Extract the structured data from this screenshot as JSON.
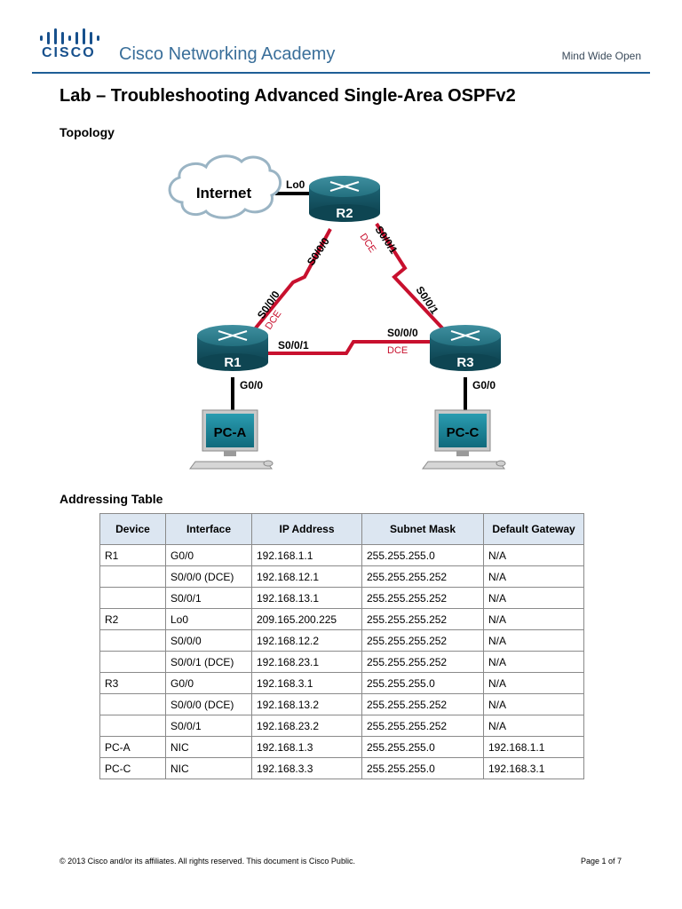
{
  "header": {
    "logo_word": "CISCO",
    "brand": "Cisco Networking Academy",
    "tagline": "Mind Wide Open"
  },
  "doc_title": "Lab – Troubleshooting Advanced Single-Area OSPFv2",
  "sections": {
    "topology": "Topology",
    "addressing": "Addressing Table"
  },
  "topology": {
    "cloud": "Internet",
    "devices": {
      "r1": "R1",
      "r2": "R2",
      "r3": "R3",
      "pca": "PC-A",
      "pcc": "PC-C"
    },
    "labels": {
      "lo0": "Lo0",
      "r2_s000": "S0/0/0",
      "r2_s001": "S0/0/1",
      "r2_dce": "DCE",
      "r1_s000": "S0/0/0",
      "r1_dce": "DCE",
      "r1_s001": "S0/0/1",
      "r3_s000": "S0/0/0",
      "r3_dce": "DCE",
      "r3_s001": "S0/0/1",
      "r1_g00": "G0/0",
      "r3_g00": "G0/0"
    },
    "colors": {
      "serial_link": "#c8102e",
      "ethernet_link": "#000000",
      "router": "#1f6f7f",
      "dce_text": "#c8102e"
    }
  },
  "table": {
    "headers": [
      "Device",
      "Interface",
      "IP Address",
      "Subnet Mask",
      "Default Gateway"
    ],
    "rows": [
      [
        "R1",
        "G0/0",
        "192.168.1.1",
        "255.255.255.0",
        "N/A"
      ],
      [
        "",
        "S0/0/0 (DCE)",
        "192.168.12.1",
        "255.255.255.252",
        "N/A"
      ],
      [
        "",
        "S0/0/1",
        "192.168.13.1",
        "255.255.255.252",
        "N/A"
      ],
      [
        "R2",
        "Lo0",
        "209.165.200.225",
        "255.255.255.252",
        "N/A"
      ],
      [
        "",
        "S0/0/0",
        "192.168.12.2",
        "255.255.255.252",
        "N/A"
      ],
      [
        "",
        "S0/0/1 (DCE)",
        "192.168.23.1",
        "255.255.255.252",
        "N/A"
      ],
      [
        "R3",
        "G0/0",
        "192.168.3.1",
        "255.255.255.0",
        "N/A"
      ],
      [
        "",
        "S0/0/0 (DCE)",
        "192.168.13.2",
        "255.255.255.252",
        "N/A"
      ],
      [
        "",
        "S0/0/1",
        "192.168.23.2",
        "255.255.255.252",
        "N/A"
      ],
      [
        "PC-A",
        "NIC",
        "192.168.1.3",
        "255.255.255.0",
        "192.168.1.1"
      ],
      [
        "PC-C",
        "NIC",
        "192.168.3.3",
        "255.255.255.0",
        "192.168.3.1"
      ]
    ]
  },
  "footer": {
    "copyright": "© 2013 Cisco and/or its affiliates. All rights reserved. This document is Cisco Public.",
    "page": "Page 1 of 7"
  }
}
